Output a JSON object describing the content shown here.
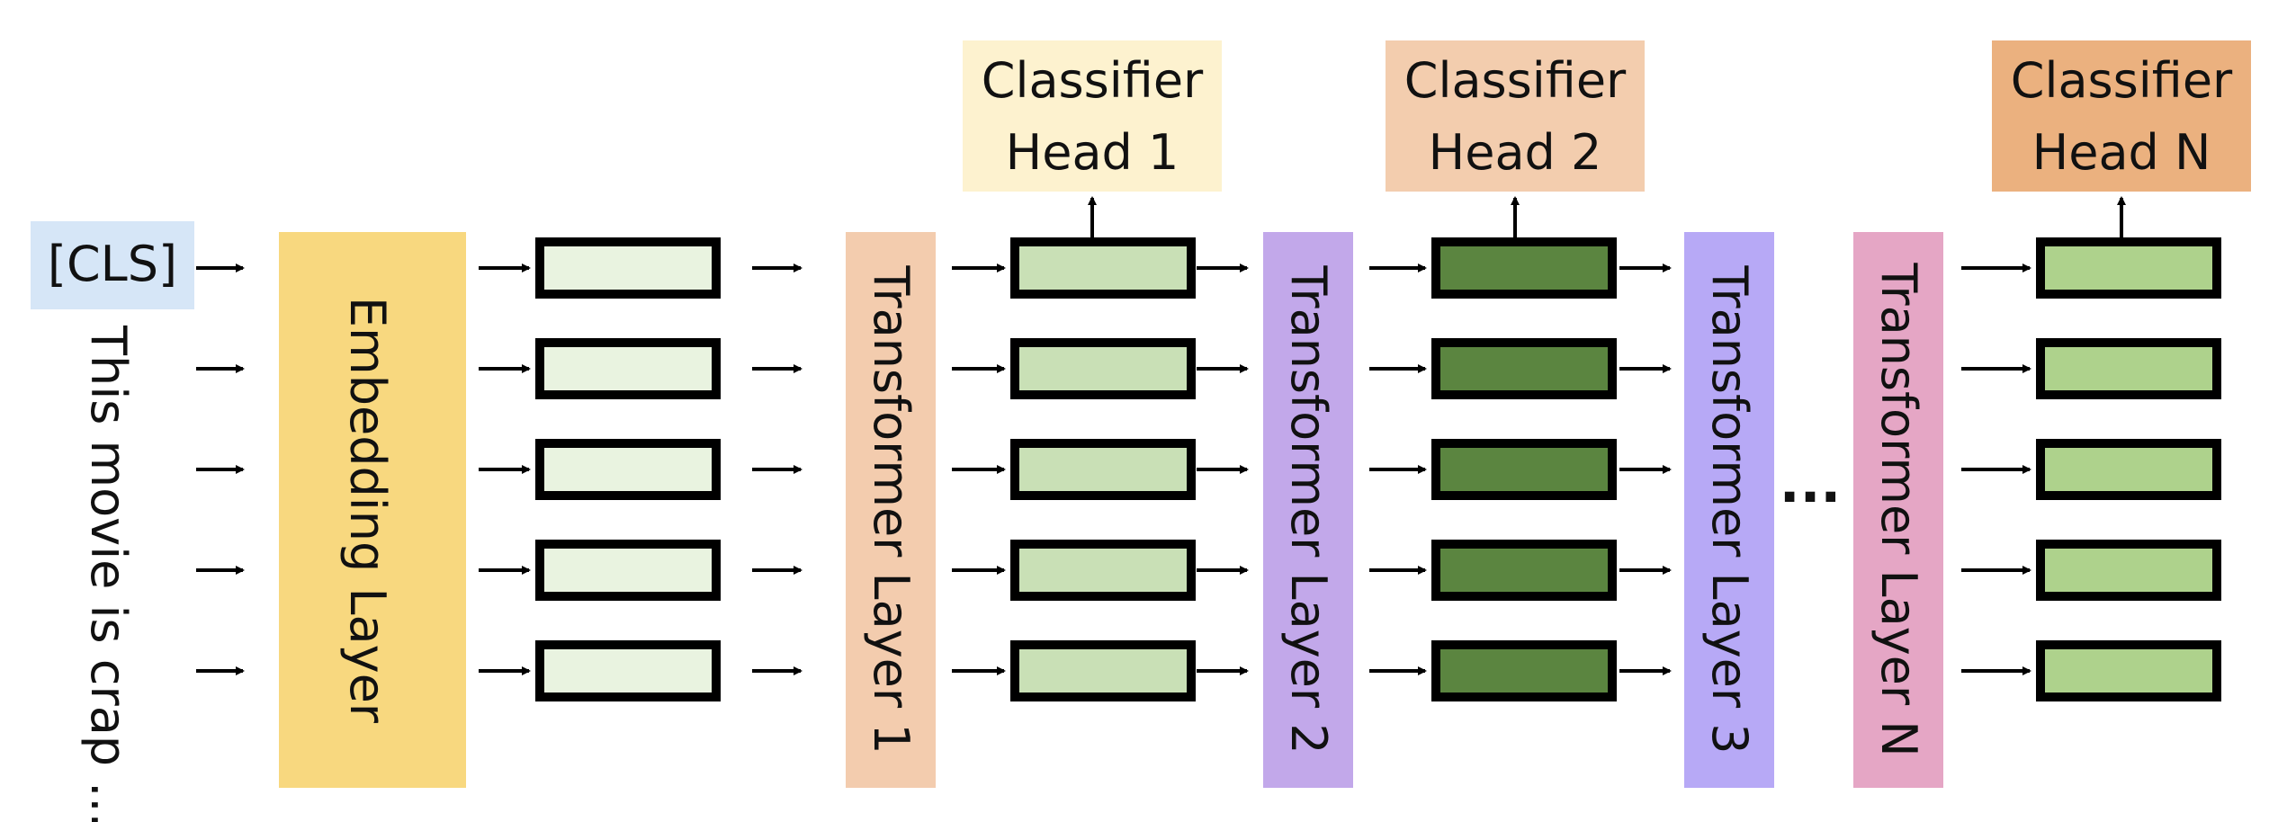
{
  "cls_token": "[CLS]",
  "input_text": "This movie is crap ...",
  "embedding_layer": "Embedding Layer",
  "transformer_layers": [
    {
      "label": "Transformer Layer 1",
      "color": "#f3ccae"
    },
    {
      "label": "Transformer Layer 2",
      "color": "#c2a8ea"
    },
    {
      "label": "Transformer Layer 3",
      "color": "#b7a9f6"
    },
    {
      "label": "Transformer Layer N",
      "color": "#e5a6c5"
    }
  ],
  "ellipsis": "...",
  "classifier_heads": [
    {
      "line1": "Classifier",
      "line2": "Head 1",
      "color": "#fdf2cf"
    },
    {
      "line1": "Classifier",
      "line2": "Head 2",
      "color": "#f3cdae"
    },
    {
      "line1": "Classifier",
      "line2": "Head N",
      "color": "#ebb17f"
    }
  ],
  "colors": {
    "cls_bg": "#d6e6f7",
    "embedding": "#f8d87f",
    "emb_token_fill": "#e9f3e0",
    "layer1_token_fill": "#c9e0b6",
    "layer2_token_fill": "#5b8540",
    "layerN_token_fill": "#aed28c",
    "token_border": "#000000"
  }
}
